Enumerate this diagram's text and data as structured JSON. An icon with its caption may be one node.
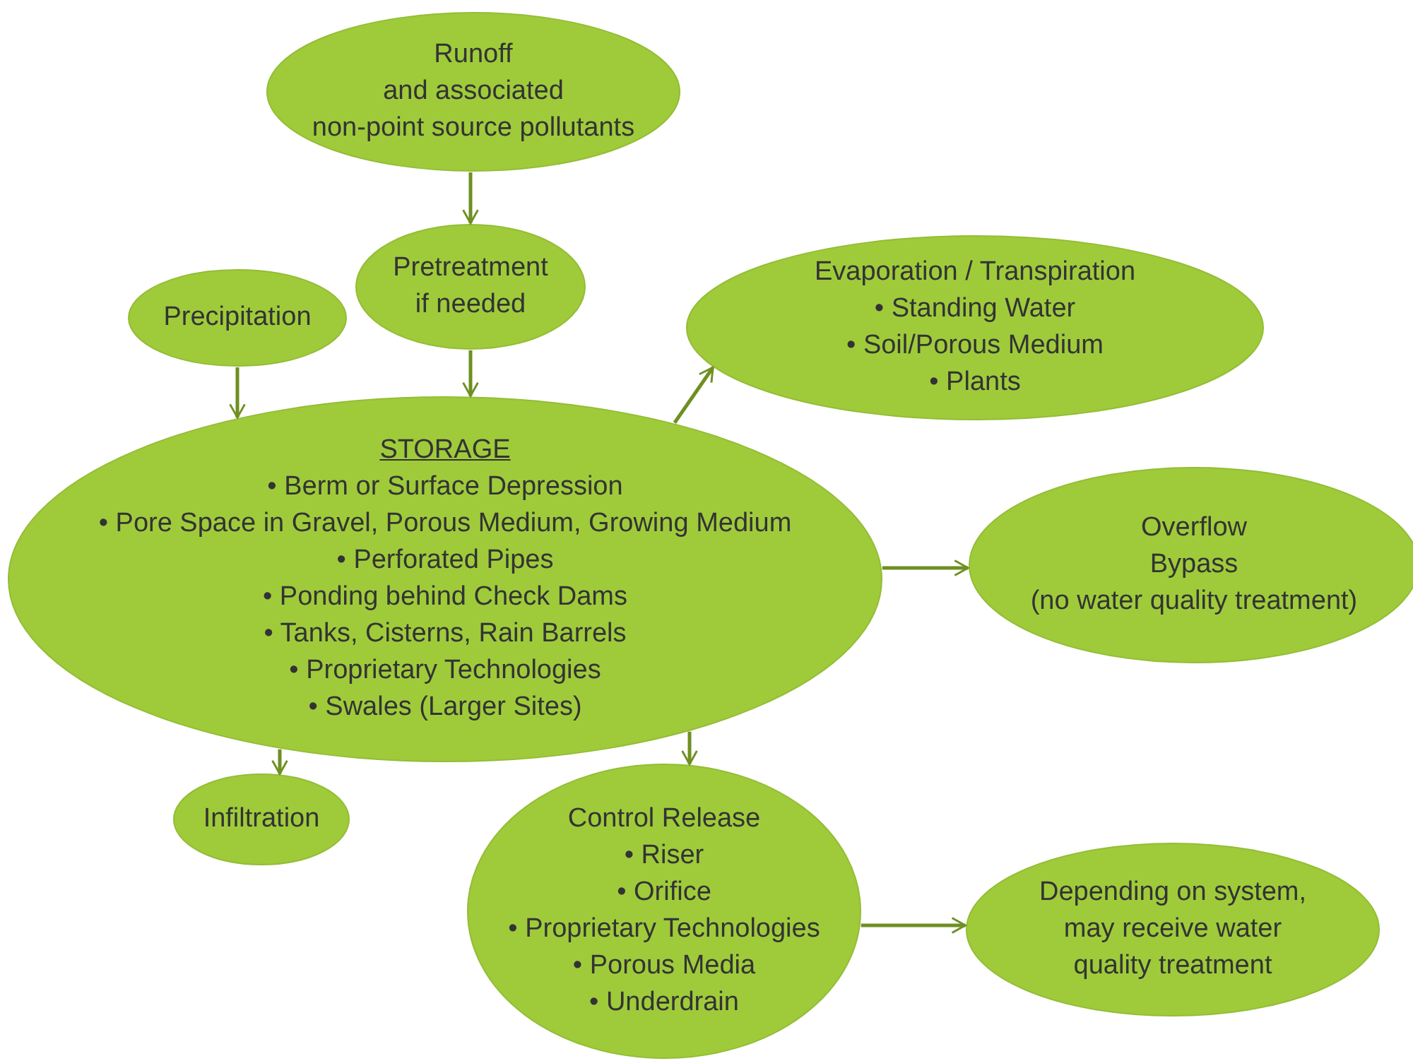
{
  "diagram": {
    "nodes": [
      {
        "text": [
          "Runoff",
          "and associated",
          "non-point source pollutants"
        ]
      },
      {
        "text": [
          "Pretreatment",
          "if needed"
        ]
      },
      {
        "text": [
          "Precipitation"
        ]
      },
      {
        "text": [
          "Evaporation / Transpiration",
          "• Standing Water",
          "• Soil/Porous Medium",
          "• Plants"
        ]
      },
      {
        "text": [
          "STORAGE",
          "• Berm or Surface Depression",
          "• Pore Space in Gravel, Porous Medium, Growing Medium",
          "• Perforated Pipes",
          "• Ponding behind Check Dams",
          "• Tanks, Cisterns, Rain Barrels",
          "• Proprietary Technologies",
          "• Swales (Larger Sites)"
        ]
      },
      {
        "text": [
          "Overflow",
          "Bypass",
          "(no water quality treatment)"
        ]
      },
      {
        "text": [
          "Infiltration"
        ]
      },
      {
        "text": [
          "Control Release",
          "• Riser",
          "• Orifice",
          "• Proprietary Technologies",
          "• Porous Media",
          "• Underdrain"
        ]
      },
      {
        "text": [
          "Depending on system, may receive water quality treatment"
        ]
      }
    ],
    "edges": [
      {
        "from": 0,
        "to": 1,
        "arrow": "to"
      },
      {
        "from": 1,
        "to": 4,
        "arrow": "to"
      },
      {
        "from": 2,
        "to": 4,
        "arrow": "to"
      },
      {
        "from": 4,
        "to": 3,
        "arrow": "to"
      },
      {
        "from": 4,
        "to": 5,
        "arrow": "to"
      },
      {
        "from": 4,
        "to": 6,
        "arrow": "to"
      },
      {
        "from": 4,
        "to": 7,
        "arrow": "to"
      },
      {
        "from": 7,
        "to": 8,
        "arrow": "to"
      }
    ]
  }
}
